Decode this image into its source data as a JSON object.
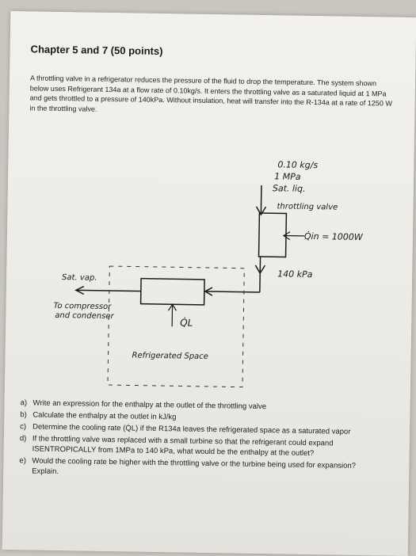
{
  "header": {
    "title": "Chapter 5 and 7 (50 points)",
    "intro": "A throttling valve in a refrigerator reduces the pressure of the fluid to drop the temperature. The system shown below uses Refrigerant 134a at a flow rate of 0.10kg/s. It enters the throttling valve as a saturated liquid at 1 MPa and gets throttled to a pressure of 140kPa. Without insulation, heat will transfer into the R-134a at a rate of 1250 W in the throttling valve."
  },
  "diagram": {
    "flow_rate": "0.10 kg/s",
    "inlet_pressure": "1 MPa",
    "inlet_state": "Sat. liq.",
    "valve_label": "throttling valve",
    "heat_valve": "Q̇in = 1000W",
    "outlet_pressure": "140 kPa",
    "exit_state": "Sat. vap.",
    "to_compressor_1": "To compressor",
    "to_compressor_2": "and condenser",
    "heat_space": "Q̇L",
    "space_label": "Refrigerated Space"
  },
  "questions": [
    {
      "letter": "a)",
      "text": "Write an expression for the enthalpy at the outlet of the throttling valve"
    },
    {
      "letter": "b)",
      "text": "Calculate the enthalpy at the outlet in kJ/kg"
    },
    {
      "letter": "c)",
      "text": "Determine the cooling rate (Q̇L) if the R134a leaves the refrigerated space as a saturated vapor"
    },
    {
      "letter": "d)",
      "text": "If the throttling valve was replaced with a small turbine so that the refrigerant could expand ISENTROPICALLY from 1MPa to 140 kPa, what would be the enthalpy at the outlet?"
    },
    {
      "letter": "e)",
      "text": "Would the cooling rate be higher with the throttling valve or the turbine being used for expansion? Explain."
    }
  ],
  "colors": {
    "ink": "#1a1a1a",
    "paper": "#efeee9"
  }
}
